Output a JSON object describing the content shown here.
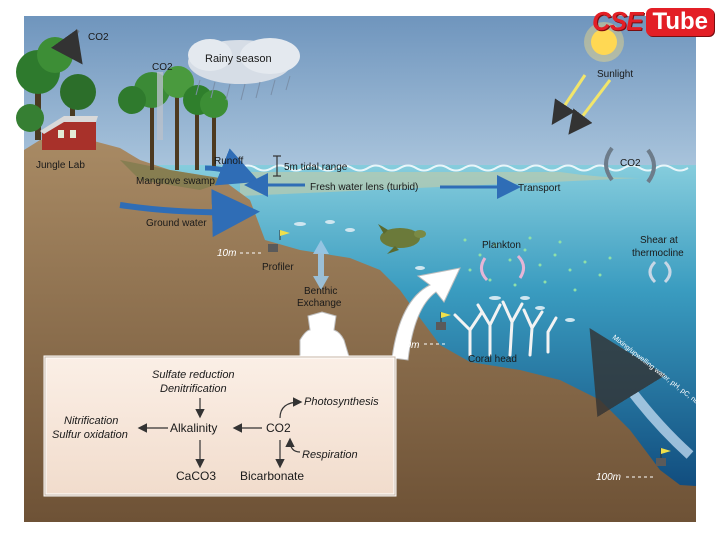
{
  "brand": {
    "part1": "CSE",
    "part2": "Tube"
  },
  "labels": {
    "co2_top_left": "CO2",
    "co2_mangrove": "CO2",
    "rainy_season": "Rainy season",
    "sunlight": "Sunlight",
    "jungle_lab": "Jungle Lab",
    "runoff": "Runoff",
    "tidal_range": "5m tidal range",
    "co2_ocean": "CO2",
    "mangrove_swamp": "Mangrove swamp",
    "fresh_water_lens": "Fresh water lens (turbid)",
    "transport": "Transport",
    "ground_water": "Ground water",
    "depth_10m": "10m",
    "profiler": "Profiler",
    "plankton": "Plankton",
    "shear_line1": "Shear at",
    "shear_line2": "thermocline",
    "benthic_line1": "Benthic",
    "benthic_line2": "Exchange",
    "depth_30m": "30m",
    "coral_head": "Coral head",
    "upwelling": "Mixing/upwelling water, pH, pC, nutrients",
    "depth_100m": "100m"
  },
  "inset": {
    "sulfate_reduction": "Sulfate reduction",
    "denitrification": "Denitrification",
    "nitrification": "Nitrification",
    "sulfur_oxidation": "Sulfur oxidation",
    "alkalinity": "Alkalinity",
    "co2": "CO2",
    "photosynthesis": "Photosynthesis",
    "respiration": "Respiration",
    "caco3": "CaCO3",
    "bicarbonate": "Bicarbonate"
  },
  "colors": {
    "sky": "#8fb0cf",
    "ocean_surface": "#7fc6d8",
    "ocean_deep": "#0d4f86",
    "land": "#8a6b4a",
    "inset_bg": "#f6e6da",
    "brand_red": "#e31f26"
  }
}
